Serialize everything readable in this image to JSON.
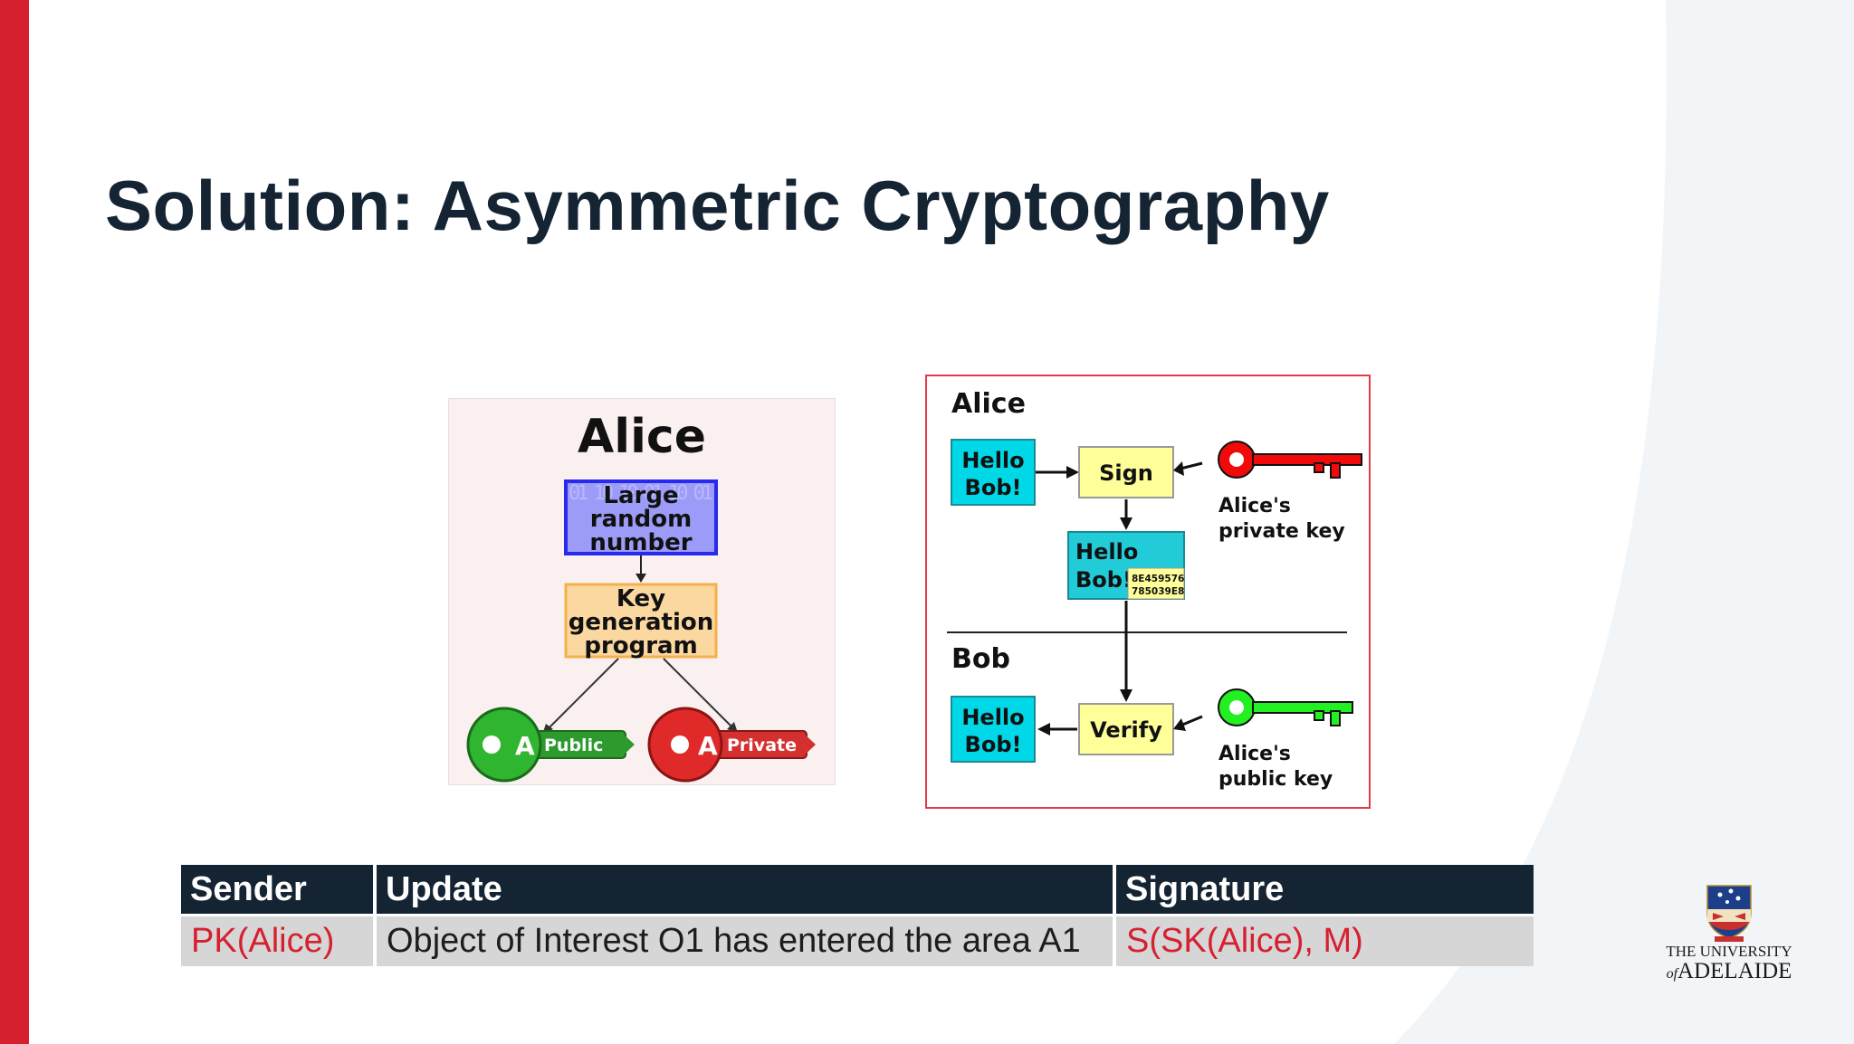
{
  "slide": {
    "title": "Solution: Asymmetric Cryptography",
    "colors": {
      "accent_red": "#d62030",
      "navy": "#152433",
      "cyan": "#00d8e8",
      "yellow": "#ffff99"
    }
  },
  "left_diagram": {
    "title": "Alice",
    "box1": [
      "Large",
      "random",
      "number"
    ],
    "box1_bg_digits": "01 10 10 01 10 01",
    "box2": [
      "Key",
      "generation",
      "program"
    ],
    "public_key": {
      "letter": "A",
      "label": "Public",
      "icon": "green-key-icon"
    },
    "private_key": {
      "letter": "A",
      "label": "Private",
      "icon": "red-key-icon"
    }
  },
  "right_diagram": {
    "alice_label": "Alice",
    "bob_label": "Bob",
    "message": [
      "Hello",
      "Bob!"
    ],
    "sign_label": "Sign",
    "verify_label": "Verify",
    "signature_hex": [
      "8E459576",
      "785039E8"
    ],
    "private_key_caption": [
      "Alice's",
      "private key"
    ],
    "public_key_caption": [
      "Alice's",
      "public key"
    ]
  },
  "table": {
    "headers": [
      "Sender",
      "Update",
      "Signature"
    ],
    "rows": [
      [
        "PK(Alice)",
        "Object of Interest O1 has entered the area A1",
        "S(SK(Alice), M)"
      ]
    ]
  },
  "logo": {
    "line1": "THE UNIVERSITY",
    "line2_prefix": "of",
    "line2": "ADELAIDE"
  }
}
